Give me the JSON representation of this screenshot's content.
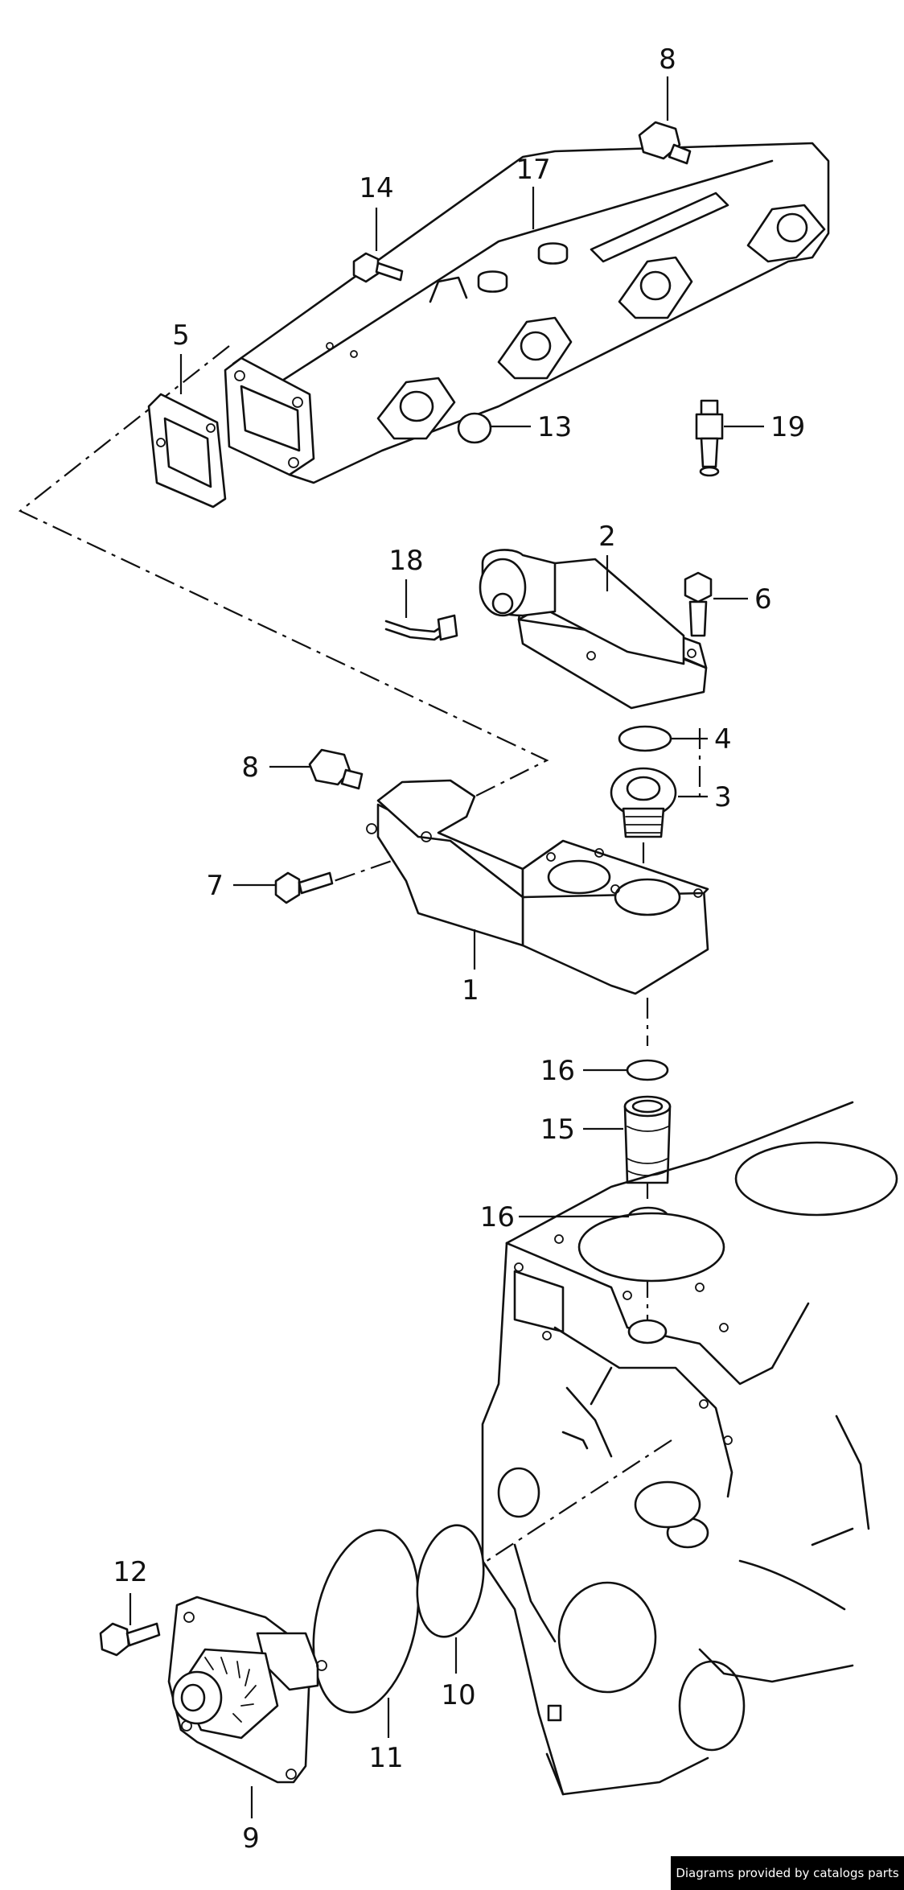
{
  "callouts": {
    "p1": "1",
    "p2": "2",
    "p3": "3",
    "p4": "4",
    "p5": "5",
    "p6": "6",
    "p7": "7",
    "p8_top": "8",
    "p8_mid": "8",
    "p9": "9",
    "p10": "10",
    "p11": "11",
    "p12": "12",
    "p13": "13",
    "p14": "14",
    "p15": "15",
    "p16_top": "16",
    "p16_bottom": "16",
    "p17": "17",
    "p18": "18",
    "p19": "19"
  },
  "credit": {
    "text": "Diagrams provided by catalogs parts"
  }
}
